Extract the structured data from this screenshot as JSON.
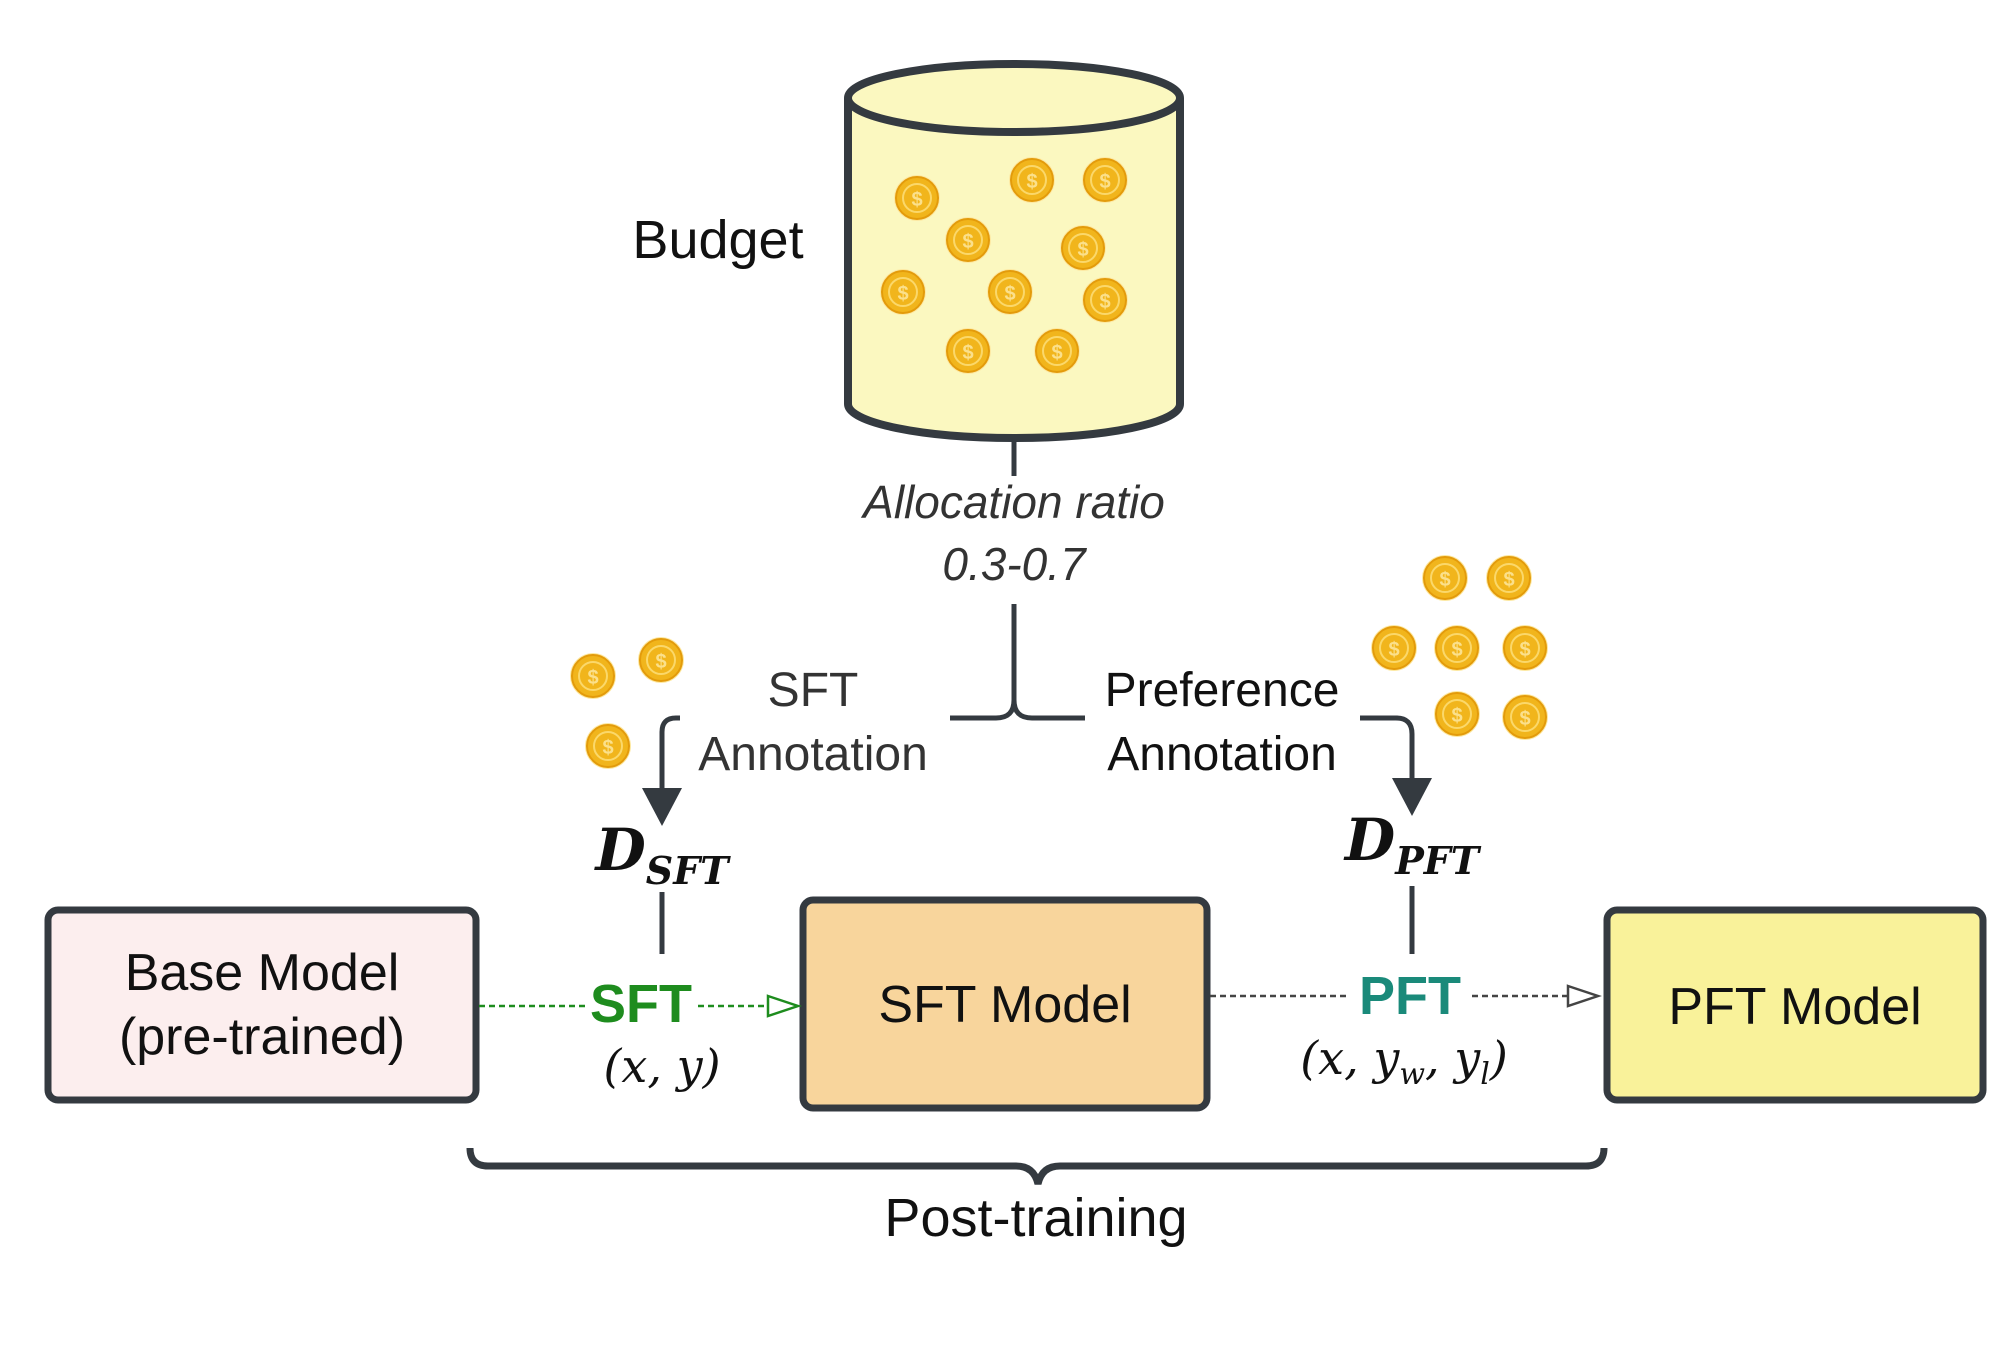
{
  "budget": {
    "label": "Budget"
  },
  "allocation": {
    "line1": "Allocation ratio",
    "line2": "0.3-0.7"
  },
  "branches": {
    "sft": {
      "line1": "SFT",
      "line2": "Annotation"
    },
    "preference": {
      "line1": "Preference",
      "line2": "Annotation"
    }
  },
  "datasets": {
    "sft": {
      "main": "D",
      "sub": "SFT"
    },
    "pft": {
      "main": "D",
      "sub": "PFT"
    }
  },
  "stages": {
    "sft": {
      "label": "SFT",
      "data": "(x, y)",
      "color": "#1e8c1e"
    },
    "pft": {
      "label": "PFT",
      "data": "(x, y_w, y_l)",
      "data_x": "(x, y",
      "data_w": "w",
      "data_comma": ", y",
      "data_l": "l",
      "data_close": ")",
      "color": "#1a8a7a"
    }
  },
  "models": {
    "base": {
      "line1": "Base Model",
      "line2": "(pre-trained)",
      "fill": "#fceeee"
    },
    "sft": {
      "label": "SFT Model",
      "fill": "#f8d59c"
    },
    "pft": {
      "label": "PFT Model",
      "fill": "#f9f29a"
    }
  },
  "post_training": {
    "label": "Post-training"
  },
  "colors": {
    "stroke": "#343a40",
    "cylinder_fill": "#fbf8c0",
    "coin": "#f1b51c",
    "coin_rim": "#e39b0b"
  }
}
